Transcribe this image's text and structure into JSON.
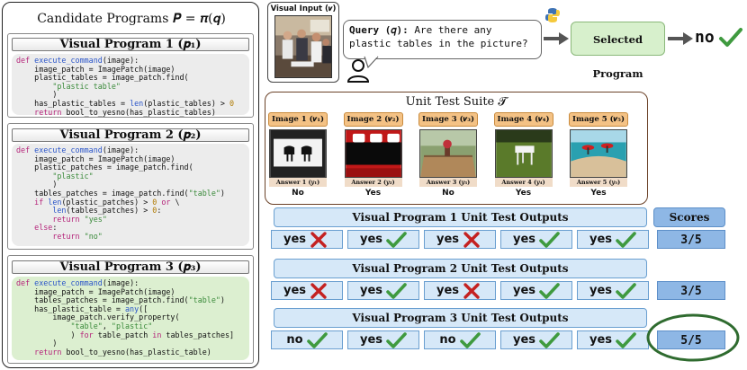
{
  "candidates": {
    "title": "Candidate Programs 𝑷 = 𝝅(𝒒)",
    "programs": [
      {
        "title": "Visual Program 1 (𝒑₁)",
        "code": [
          [
            {
              "t": "def ",
              "c": "kw"
            },
            {
              "t": "execute_command",
              "c": "fn"
            },
            {
              "t": "(image):"
            }
          ],
          [
            {
              "t": "    image_patch = ImagePatch(image)"
            }
          ],
          [
            {
              "t": "    plastic_tables = image_patch.find("
            }
          ],
          [
            {
              "t": "        "
            },
            {
              "t": "\"plastic table\"",
              "c": "str"
            }
          ],
          [
            {
              "t": "        )"
            }
          ],
          [
            {
              "t": "    has_plastic_tables = "
            },
            {
              "t": "len",
              "c": "fn"
            },
            {
              "t": "(plastic_tables) > "
            },
            {
              "t": "0",
              "c": "num"
            }
          ],
          [
            {
              "t": "    "
            },
            {
              "t": "return",
              "c": "kw"
            },
            {
              "t": " bool_to_yesno(has_plastic_tables)"
            }
          ]
        ]
      },
      {
        "title": "Visual Program 2 (𝒑₂)",
        "code": [
          [
            {
              "t": "def ",
              "c": "kw"
            },
            {
              "t": "execute_command",
              "c": "fn"
            },
            {
              "t": "(image):"
            }
          ],
          [
            {
              "t": "    image_patch = ImagePatch(image)"
            }
          ],
          [
            {
              "t": "    plastic_patches = image_patch.find("
            }
          ],
          [
            {
              "t": "        "
            },
            {
              "t": "\"plastic\"",
              "c": "str"
            }
          ],
          [
            {
              "t": "        )"
            }
          ],
          [
            {
              "t": "    tables_patches = image_patch.find("
            },
            {
              "t": "\"table\"",
              "c": "str"
            },
            {
              "t": ")"
            }
          ],
          [
            {
              "t": "    "
            },
            {
              "t": "if",
              "c": "kw"
            },
            {
              "t": " "
            },
            {
              "t": "len",
              "c": "fn"
            },
            {
              "t": "(plastic_patches) > "
            },
            {
              "t": "0",
              "c": "num"
            },
            {
              "t": " "
            },
            {
              "t": "or",
              "c": "kw"
            },
            {
              "t": " \\"
            }
          ],
          [
            {
              "t": "        "
            },
            {
              "t": "len",
              "c": "fn"
            },
            {
              "t": "(tables_patches) > "
            },
            {
              "t": "0",
              "c": "num"
            },
            {
              "t": ":"
            }
          ],
          [
            {
              "t": "        "
            },
            {
              "t": "return",
              "c": "kw"
            },
            {
              "t": " "
            },
            {
              "t": "\"yes\"",
              "c": "str"
            }
          ],
          [
            {
              "t": "    "
            },
            {
              "t": "else",
              "c": "kw"
            },
            {
              "t": ":"
            }
          ],
          [
            {
              "t": "        "
            },
            {
              "t": "return",
              "c": "kw"
            },
            {
              "t": " "
            },
            {
              "t": "\"no\"",
              "c": "str"
            }
          ]
        ]
      },
      {
        "title": "Visual Program 3 (𝒑₃)",
        "code": [
          [
            {
              "t": "def ",
              "c": "kw"
            },
            {
              "t": "execute_command",
              "c": "fn"
            },
            {
              "t": "(image):"
            }
          ],
          [
            {
              "t": "    image_patch = ImagePatch(image)"
            }
          ],
          [
            {
              "t": "    tables_patches = image_patch.find("
            },
            {
              "t": "\"table\"",
              "c": "str"
            },
            {
              "t": ")"
            }
          ],
          [
            {
              "t": "    has_plastic_table = "
            },
            {
              "t": "any",
              "c": "fn"
            },
            {
              "t": "(["
            }
          ],
          [
            {
              "t": "        image_patch.verify_property("
            }
          ],
          [
            {
              "t": "            "
            },
            {
              "t": "\"table\"",
              "c": "str"
            },
            {
              "t": ", "
            },
            {
              "t": "\"plastic\"",
              "c": "str"
            }
          ],
          [
            {
              "t": "            ) "
            },
            {
              "t": "for",
              "c": "kw"
            },
            {
              "t": " table_patch "
            },
            {
              "t": "in",
              "c": "kw"
            },
            {
              "t": " tables_patches]"
            }
          ],
          [
            {
              "t": "        )"
            }
          ],
          [
            {
              "t": "    "
            },
            {
              "t": "return",
              "c": "kw"
            },
            {
              "t": " bool_to_yesno(has_plastic_table)"
            }
          ]
        ]
      }
    ]
  },
  "visual_input": {
    "label": "Visual Input (𝒗)"
  },
  "query": {
    "label": "Query (𝑞):",
    "text": "Are there any plastic tables in the picture?"
  },
  "selected": {
    "label": "Selected Program",
    "result": "no"
  },
  "suite": {
    "title": "Unit Test Suite 𝓣",
    "images": [
      {
        "label": "Image 1 (𝒗₁)",
        "answer_label": "Answer 1 (𝑦₁)",
        "answer": "No"
      },
      {
        "label": "Image 2 (𝒗₂)",
        "answer_label": "Answer 2 (𝑦₂)",
        "answer": "Yes"
      },
      {
        "label": "Image 3 (𝒗₃)",
        "answer_label": "Answer 3 (𝑦₃)",
        "answer": "No"
      },
      {
        "label": "Image 4 (𝒗₄)",
        "answer_label": "Answer 4 (𝑦₄)",
        "answer": "Yes"
      },
      {
        "label": "Image 5 (𝒗₅)",
        "answer_label": "Answer 5 (𝑦₅)",
        "answer": "Yes"
      }
    ]
  },
  "scores_header": "Scores",
  "outputs": [
    {
      "title": "Visual Program 1 Unit Test Outputs",
      "cells": [
        {
          "v": "yes",
          "ok": false
        },
        {
          "v": "yes",
          "ok": true
        },
        {
          "v": "yes",
          "ok": false
        },
        {
          "v": "yes",
          "ok": true
        },
        {
          "v": "yes",
          "ok": true
        }
      ],
      "score": "3/5"
    },
    {
      "title": "Visual Program 2 Unit Test Outputs",
      "cells": [
        {
          "v": "yes",
          "ok": false
        },
        {
          "v": "yes",
          "ok": true
        },
        {
          "v": "yes",
          "ok": false
        },
        {
          "v": "yes",
          "ok": true
        },
        {
          "v": "yes",
          "ok": true
        }
      ],
      "score": "3/5"
    },
    {
      "title": "Visual Program 3 Unit Test Outputs",
      "cells": [
        {
          "v": "no",
          "ok": true
        },
        {
          "v": "yes",
          "ok": true
        },
        {
          "v": "no",
          "ok": true
        },
        {
          "v": "yes",
          "ok": true
        },
        {
          "v": "yes",
          "ok": true
        }
      ],
      "score": "5/5"
    }
  ],
  "colors": {
    "check": "#3f9a3f",
    "cross": "#c42121",
    "highlight_ellipse": "#2f6b2f",
    "arrow": "#555555"
  }
}
